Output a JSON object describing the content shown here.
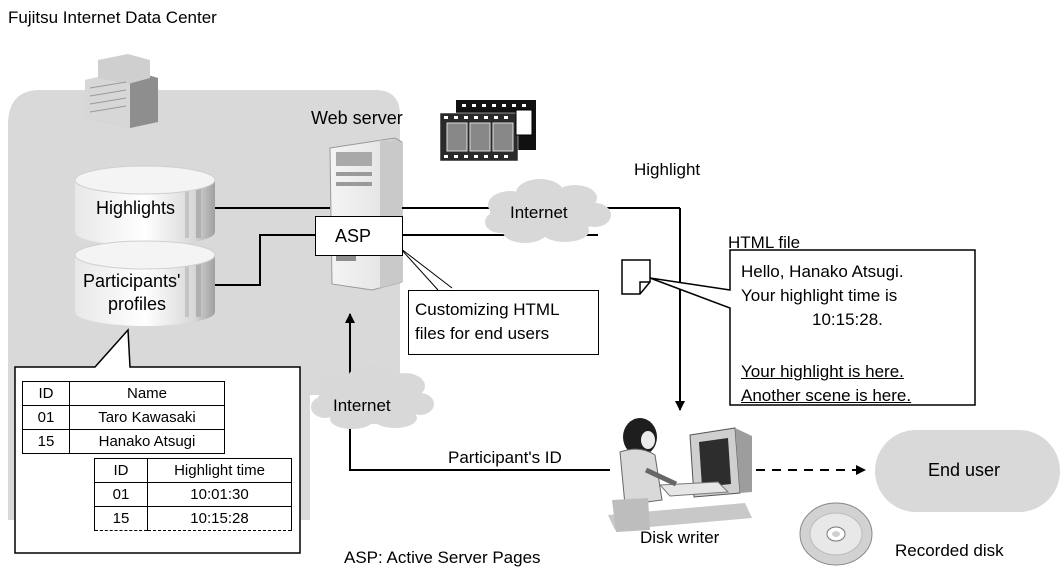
{
  "title": "Fujitsu Internet Data Center",
  "footnote": "ASP: Active Server Pages",
  "labels": {
    "web_server": "Web server",
    "highlight": "Highlight",
    "html_file": "HTML file",
    "highlights_db": "Highlights",
    "profiles_db_line1": "Participants'",
    "profiles_db_line2": "profiles",
    "asp": "ASP",
    "internet_top": "Internet",
    "internet_bottom": "Internet",
    "participant_id": "Participant's ID",
    "disk_writer": "Disk writer",
    "end_user": "End user",
    "recorded_disk": "Recorded disk"
  },
  "customizing_note": {
    "line1": "Customizing HTML",
    "line2": "files for end users"
  },
  "html_message": {
    "line1": "Hello, Hanako Atsugi.",
    "line2": "Your highlight time is",
    "line3": "10:15:28.",
    "link1": "Your highlight is here.",
    "link2": "Another scene is here."
  },
  "name_table": {
    "headers": [
      "ID",
      "Name"
    ],
    "rows": [
      [
        "01",
        "Taro Kawasaki"
      ],
      [
        "15",
        "Hanako Atsugi"
      ]
    ]
  },
  "time_table": {
    "headers": [
      "ID",
      "Highlight time"
    ],
    "rows": [
      [
        "01",
        "10:01:30"
      ],
      [
        "15",
        "10:15:28"
      ]
    ]
  },
  "icons": [
    "building-icon",
    "film-strip-icon",
    "document-icon",
    "person-at-computer-icon",
    "cd-disk-icon",
    "server-icon"
  ]
}
